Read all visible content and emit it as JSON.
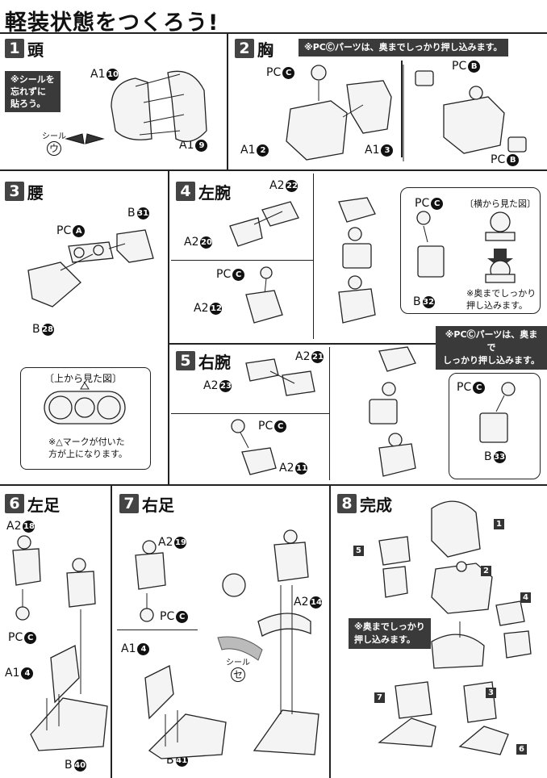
{
  "title": "軽装状態をつくろう!",
  "notes": {
    "chest_note": "※PCⒸパーツは、奥までしっかり押し込みます。",
    "right_arm_note_line1": "※PCⒸパーツは、奥まで",
    "right_arm_note_line2": "しっかり押し込みます。",
    "complete_note_line1": "※奥までしっかり",
    "complete_note_line2": "押し込みます。"
  },
  "steps": [
    {
      "num": "1",
      "label": "頭"
    },
    {
      "num": "2",
      "label": "胸"
    },
    {
      "num": "3",
      "label": "腰"
    },
    {
      "num": "4",
      "label": "左腕"
    },
    {
      "num": "5",
      "label": "右腕"
    },
    {
      "num": "6",
      "label": "左足"
    },
    {
      "num": "7",
      "label": "右足"
    },
    {
      "num": "8",
      "label": "完成"
    }
  ],
  "head": {
    "sticker_note_line1": "※シールを",
    "sticker_note_line2": "忘れずに",
    "sticker_note_line3": "貼ろう。",
    "sticker_caption": "シール",
    "sticker_id": "ウ",
    "part_a": "A1",
    "part_a_num": "10",
    "part_b": "A1",
    "part_b_num": "9"
  },
  "chest": {
    "pc_c": "PC",
    "pc_c_letter": "C",
    "a1_2": "A1",
    "a1_2_num": "2",
    "a1_3": "A1",
    "a1_3_num": "3",
    "pc_b_top": "PC",
    "pc_b_top_letter": "B",
    "pc_b_bottom": "PC",
    "pc_b_bottom_letter": "B"
  },
  "waist": {
    "pc_a": "PC",
    "pc_a_letter": "A",
    "b31": "B",
    "b31_num": "31",
    "b28": "B",
    "b28_num": "28",
    "view_label": "〔上から見た図〕",
    "view_note_line1": "※△マークが付いた",
    "view_note_line2": "方が上になります。"
  },
  "left_arm": {
    "a2_22": "A2",
    "a2_22_num": "22",
    "a2_20": "A2",
    "a2_20_num": "20",
    "pc_c": "PC",
    "pc_c_letter": "C",
    "a2_12": "A2",
    "a2_12_num": "12",
    "pc_c2": "PC",
    "pc_c2_letter": "C",
    "b32": "B",
    "b32_num": "32",
    "side_view_label": "〔横から見た図〕",
    "side_note_line1": "※奥までしっかり",
    "side_note_line2": "押し込みます。"
  },
  "right_arm": {
    "a2_21": "A2",
    "a2_21_num": "21",
    "a2_23": "A2",
    "a2_23_num": "23",
    "pc_c": "PC",
    "pc_c_letter": "C",
    "a2_11": "A2",
    "a2_11_num": "11",
    "pc_c2": "PC",
    "pc_c2_letter": "C",
    "b33": "B",
    "b33_num": "33"
  },
  "left_leg": {
    "a2_18": "A2",
    "a2_18_num": "18",
    "pc_c": "PC",
    "pc_c_letter": "C",
    "a1_4": "A1",
    "a1_4_num": "4",
    "b40": "B",
    "b40_num": "40"
  },
  "right_leg": {
    "a2_19": "A2",
    "a2_19_num": "19",
    "pc_c": "PC",
    "pc_c_letter": "C",
    "a1_4": "A1",
    "a1_4_num": "4",
    "a2_14": "A2",
    "a2_14_num": "14",
    "sticker_caption": "シール",
    "sticker_id": "セ",
    "b41": "B",
    "b41_num": "41"
  },
  "complete": {
    "callouts": [
      "1",
      "2",
      "3",
      "4",
      "5",
      "6",
      "7"
    ]
  }
}
